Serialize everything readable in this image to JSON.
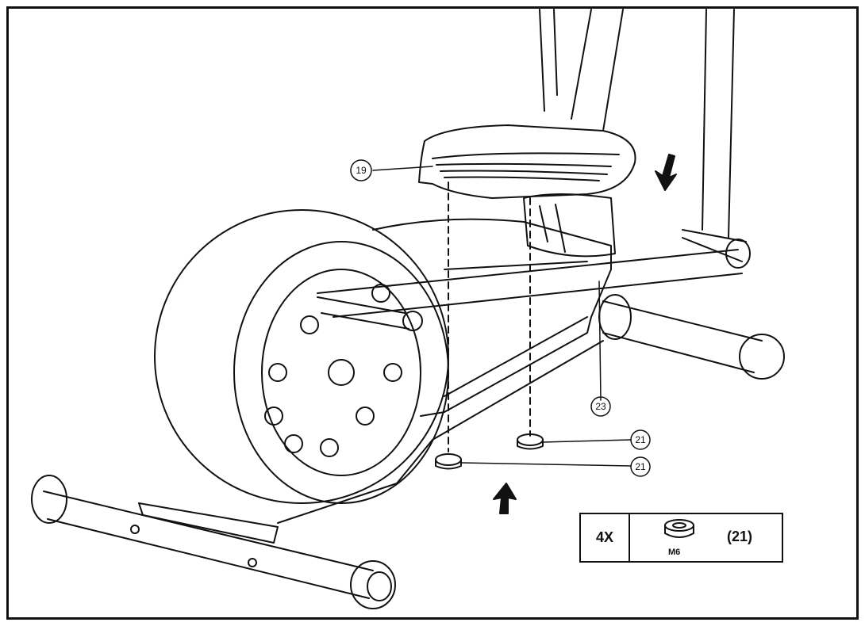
{
  "callouts": {
    "pedal": "19",
    "support": "23",
    "nut_upper": "21",
    "nut_lower": "21"
  },
  "hardware": {
    "quantity": "4X",
    "size": "M6",
    "reference": "(21)",
    "icon": "nut-icon"
  },
  "colors": {
    "line": "#111111",
    "background": "#ffffff"
  }
}
